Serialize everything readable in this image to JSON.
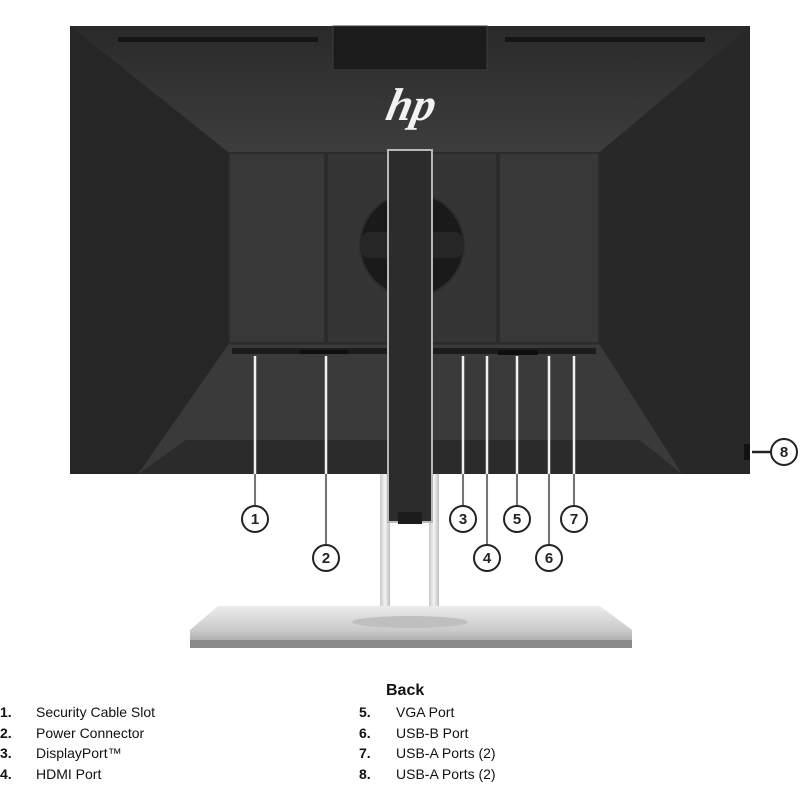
{
  "illustration": {
    "brand_logo_text": "hp",
    "callouts": [
      "1",
      "2",
      "3",
      "4",
      "5",
      "6",
      "7",
      "8"
    ]
  },
  "legend": {
    "title": "Back",
    "items": [
      {
        "number": "1.",
        "label": "Security Cable Slot"
      },
      {
        "number": "2.",
        "label": "Power Connector"
      },
      {
        "number": "3.",
        "label": "DisplayPort™"
      },
      {
        "number": "4.",
        "label": "HDMI Port"
      },
      {
        "number": "5.",
        "label": "VGA Port"
      },
      {
        "number": "6.",
        "label": "USB-B Port"
      },
      {
        "number": "7.",
        "label": "USB-A Ports (2)"
      },
      {
        "number": "8.",
        "label": "USB-A Ports (2)"
      }
    ]
  },
  "colors": {
    "housing": "#2a2a2a",
    "panel_block": "#333333",
    "stand_silver": "#d4d4d4",
    "callout_line": "#222222"
  }
}
